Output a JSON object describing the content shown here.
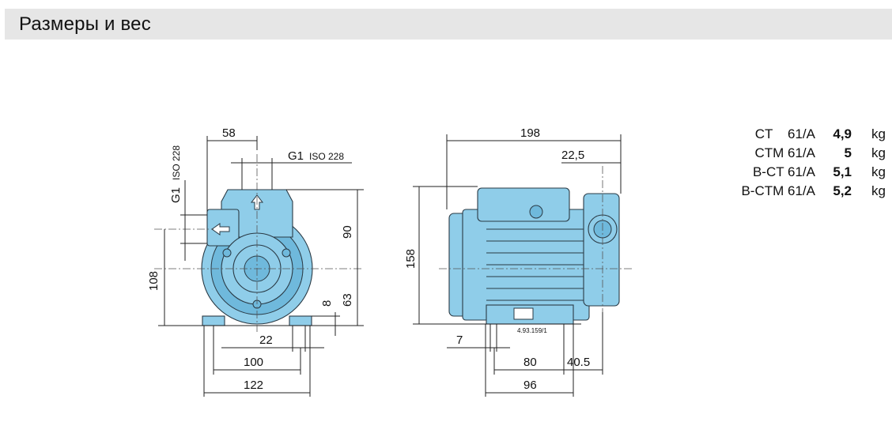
{
  "header": {
    "title": "Размеры и вес"
  },
  "left_view": {
    "dims": {
      "width_58": "58",
      "inlet_label": "G1",
      "inlet_std": "ISO 228",
      "outlet_label": "G1",
      "outlet_std": "ISO 228",
      "height_108": "108",
      "height_90": "90",
      "height_63": "63",
      "foot_8": "8",
      "foot_22": "22",
      "base_100": "100",
      "base_122": "122"
    }
  },
  "side_view": {
    "dims": {
      "length_198": "198",
      "offset_22_5": "22,5",
      "height_158": "158",
      "foot_7": "7",
      "base_80": "80",
      "base_40_5": "40.5",
      "base_96": "96"
    },
    "plate_code": "4.93.159/1"
  },
  "weights": {
    "rows": [
      {
        "model": "CT    61/A",
        "value": "4,9",
        "unit": "kg"
      },
      {
        "model": "CTM 61/A",
        "value": "5",
        "unit": "kg"
      },
      {
        "model": "B-CT 61/A",
        "value": "5,1",
        "unit": "kg"
      },
      {
        "model": "B-CTM 61/A",
        "value": "5,2",
        "unit": "kg"
      }
    ]
  }
}
